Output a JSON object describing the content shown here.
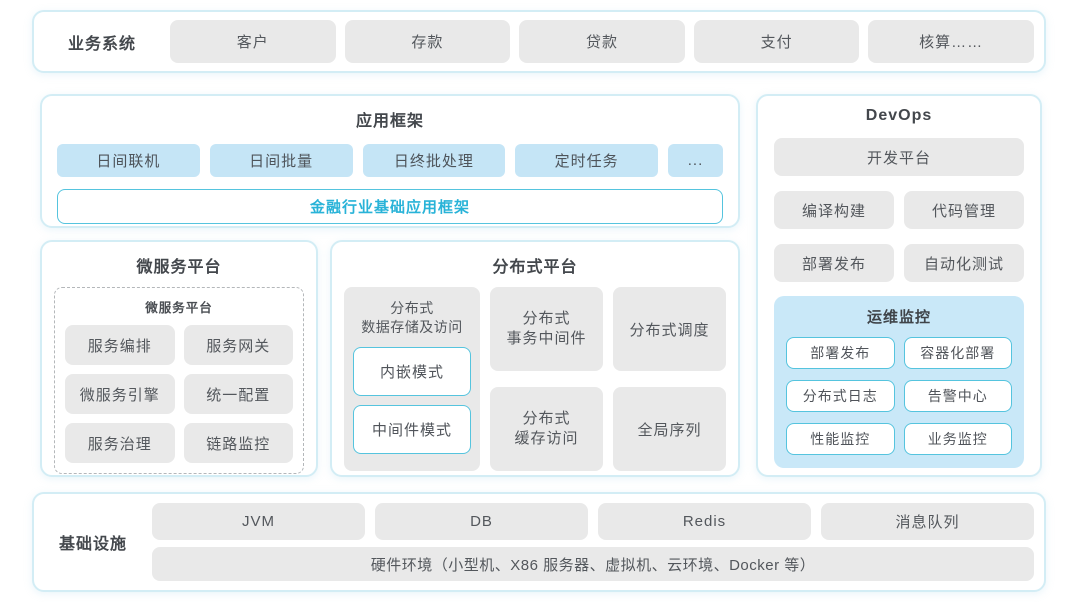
{
  "business": {
    "label": "业务系统",
    "items": [
      "客户",
      "存款",
      "贷款",
      "支付",
      "核算……"
    ]
  },
  "app_framework": {
    "title": "应用框架",
    "modules": [
      "日间联机",
      "日间批量",
      "日终批处理",
      "定时任务",
      "..."
    ],
    "base_framework": "金融行业基础应用框架"
  },
  "devops": {
    "title": "DevOps",
    "dev_platform": "开发平台",
    "tools": [
      "编译构建",
      "代码管理",
      "部署发布",
      "自动化测试"
    ],
    "ops_monitor": {
      "title": "运维监控",
      "items": [
        "部署发布",
        "容器化部署",
        "分布式日志",
        "告警中心",
        "性能监控",
        "业务监控"
      ]
    }
  },
  "microservice": {
    "title": "微服务平台",
    "inner_title": "微服务平台",
    "items": [
      "服务编排",
      "服务网关",
      "微服务引擎",
      "统一配置",
      "服务治理",
      "链路监控"
    ]
  },
  "distributed": {
    "title": "分布式平台",
    "storage": {
      "title": "分布式\n数据存储及访问",
      "modes": [
        "内嵌模式",
        "中间件模式"
      ]
    },
    "cells": [
      "分布式\n事务中间件",
      "分布式调度",
      "分布式\n缓存访问",
      "全局序列"
    ]
  },
  "infrastructure": {
    "label": "基础设施",
    "items": [
      "JVM",
      "DB",
      "Redis",
      "消息队列"
    ],
    "hardware": "硬件环境（小型机、X86 服务器、虚拟机、云环境、Docker 等）"
  },
  "colors": {
    "accent_teal_text": "#29b3d8",
    "teal_border": "#55c4de",
    "blue_box_bg": "#c5e5f6",
    "ops_panel_bg": "#c9e8f8",
    "gray_box_bg": "#e9e9e9",
    "section_border": "#d3edf5"
  }
}
